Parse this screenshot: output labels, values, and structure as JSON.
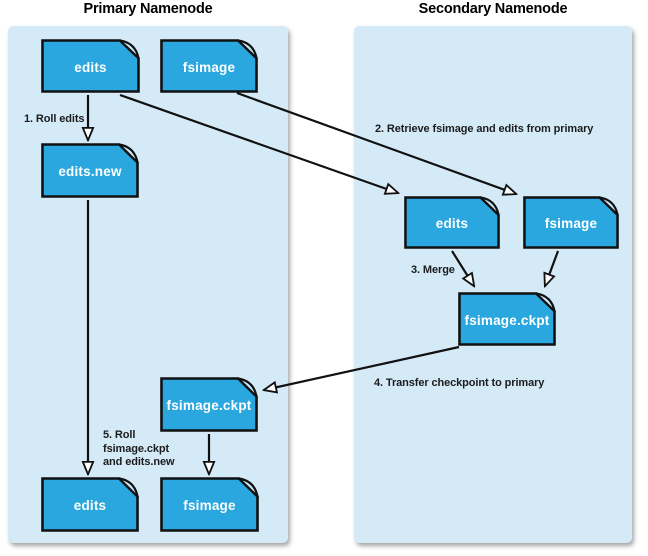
{
  "diagram": {
    "panels": {
      "primary": {
        "title": "Primary Namenode"
      },
      "secondary": {
        "title": "Secondary Namenode"
      }
    },
    "documents": {
      "primary_edits_top": "edits",
      "primary_fsimage_top": "fsimage",
      "primary_edits_new": "edits.new",
      "primary_fsimage_ckpt": "fsimage.ckpt",
      "primary_edits_bottom": "edits",
      "primary_fsimage_bottom": "fsimage",
      "secondary_edits": "edits",
      "secondary_fsimage": "fsimage",
      "secondary_fsimage_ckpt": "fsimage.ckpt"
    },
    "steps": {
      "step1": "1. Roll edits",
      "step2": "2. Retrieve fsimage and edits from primary",
      "step3": "3. Merge",
      "step4": "4. Transfer checkpoint to primary",
      "step5_line1": "5. Roll",
      "step5_line2": "fsimage.ckpt",
      "step5_line3": "and edits.new"
    },
    "colors": {
      "panel_fill": "#d5eaf7",
      "doc_fill": "#2aa7de",
      "doc_fold": "#c6e5f6",
      "line": "#111111",
      "doc_text": "#ffffff"
    }
  }
}
